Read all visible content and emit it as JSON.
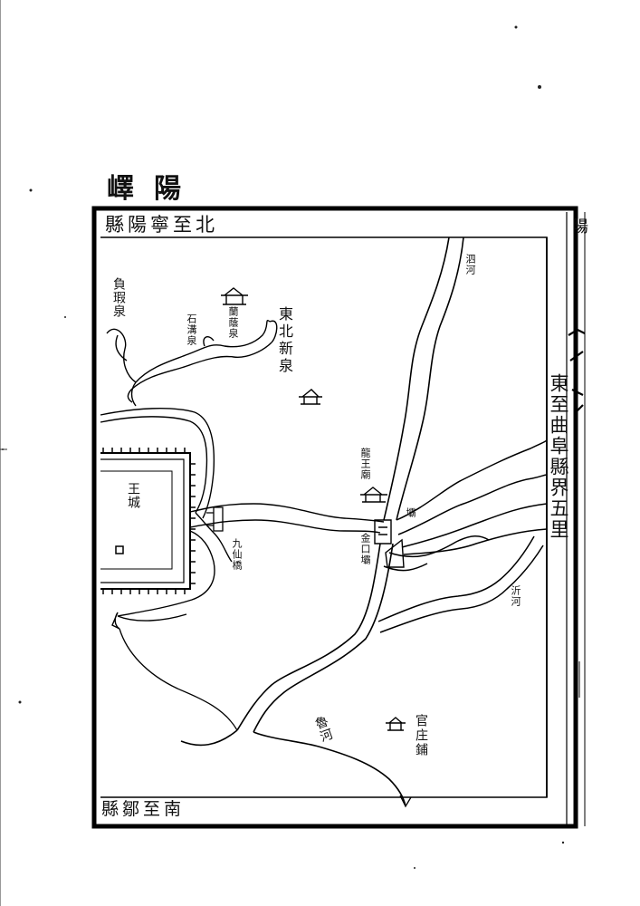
{
  "map": {
    "title": "嶧陽",
    "edges": {
      "north": "北至寧陽縣",
      "south": "南至鄒縣",
      "east": "東至曲阜縣界五里"
    },
    "labels": {
      "fuqiuquan": "負瑕泉",
      "shigouquan": "石溝泉",
      "kuixingquan": "蘭蔭泉",
      "dongbeixinquan": "東北新泉",
      "wangcheng": "王城",
      "jiuxianqiao": "九仙橋",
      "longwangmiao": "龍王廟",
      "jinkouba": "金口壩",
      "shuhe": "泗河",
      "yihe": "沂河",
      "luhe": "魯河",
      "guanzhuangpu": "官庄鋪",
      "bridge_mark": "壩",
      "adjacent_page": "陽"
    }
  }
}
